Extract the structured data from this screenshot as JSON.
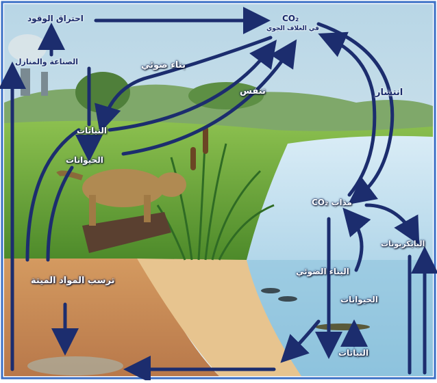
{
  "colors": {
    "arrow": "#1c2d6e",
    "sky": "#cfe3ee",
    "grass": "#6aa63a",
    "water": "#b9dcef",
    "soil": "#d39a63",
    "frame": "#3a6fc6"
  },
  "labels": {
    "fuel_burning": "احتراق الوقود",
    "industry_homes": "الصناعة والمنازل",
    "co2_atmosphere_formula": "CO₂",
    "co2_atmosphere_text": "في الغلاف الجوي",
    "photosynthesis_top": "بناء ضوئي",
    "respiration": "تنفس",
    "plants_land": "النباتات",
    "animals_land": "الحيوانات",
    "diffusion": "انتشار",
    "dissolved_co2": "CO₂ مذاب",
    "bicarbonates": "البايكربونات",
    "photosynthesis_water": "البناء الضوئي",
    "animals_water": "الحيوانات",
    "plants_water": "النباتات",
    "dead_matter_deposit": "ترسب المواد الميتة"
  }
}
